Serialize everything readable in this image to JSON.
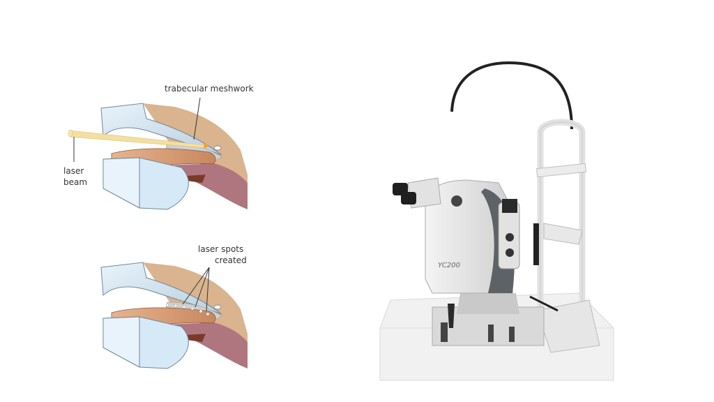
{
  "diagram_top": {
    "label_meshwork": "trabecular meshwork",
    "label_laser_line1": "laser",
    "label_laser_line2": "beam"
  },
  "diagram_bottom": {
    "label_spots_line1": "laser spots",
    "label_spots_line2": "created"
  },
  "device": {
    "model_logo": "YC200"
  },
  "colors": {
    "cornea": "#d6e9f7",
    "cornea_edge": "#9fb7c8",
    "iris": "#d9a27a",
    "sclera": "#c48a6a",
    "ciliary": "#b07680",
    "beam": "#f3dfa0",
    "device_body": "#e6e6e6",
    "device_dark": "#5d6266"
  }
}
